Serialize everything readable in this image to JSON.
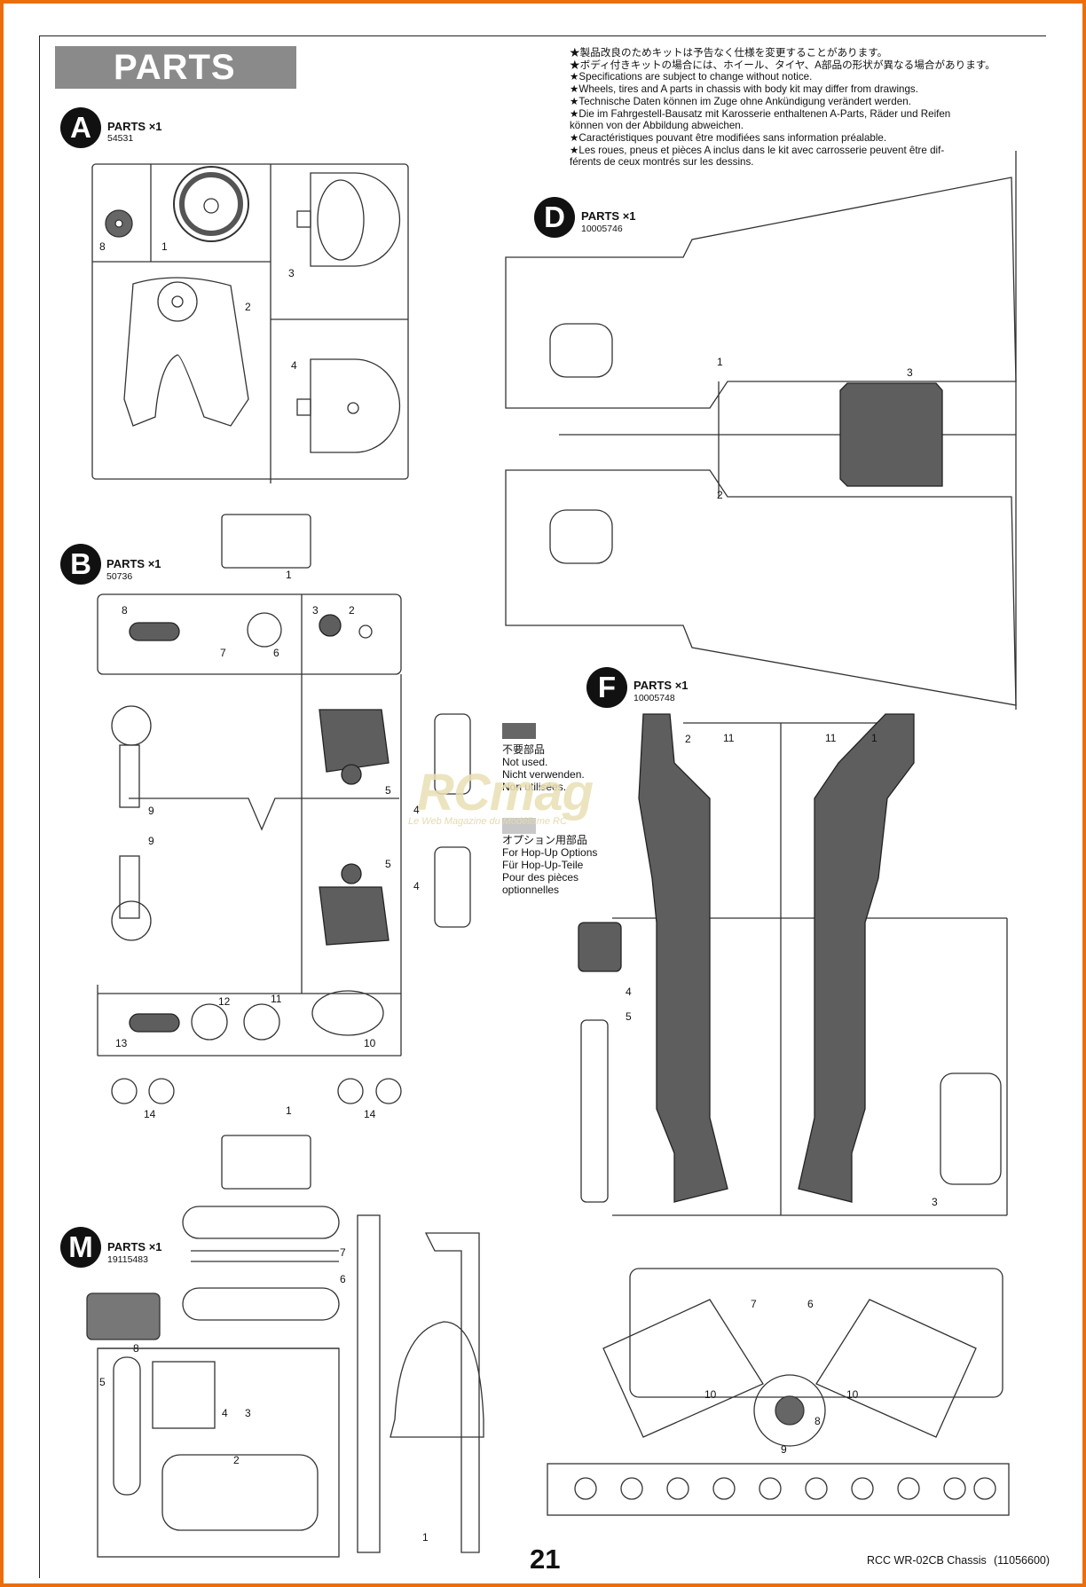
{
  "header": {
    "title": "PARTS"
  },
  "notes": [
    "★製品改良のためキットは予告なく仕様を変更することがあります。",
    "★ボディ付きキットの場合には、ホイール、タイヤ、A部品の形状が異なる場合があります。",
    "★Specifications are subject to change without notice.",
    "★Wheels, tires and A parts in chassis with body kit may differ from drawings.",
    "★Technische Daten können im Zuge ohne Ankündigung verändert werden.",
    "★Die im Fahrgestell-Bausatz mit Karosserie enthaltenen A-Parts, Räder und Reifen",
    "können von der Abbildung abweichen.",
    "★Caractéristiques pouvant être modifiées sans information préalable.",
    "★Les roues, pneus et pièces A inclus dans le kit avec carrosserie peuvent être dif-",
    "férents de ceux montrés sur les dessins."
  ],
  "sprues": {
    "A": {
      "letter": "A",
      "label": "PARTS ×1",
      "code": "54531"
    },
    "B": {
      "letter": "B",
      "label": "PARTS ×1",
      "code": "50736"
    },
    "D": {
      "letter": "D",
      "label": "PARTS ×1",
      "code": "10005746"
    },
    "F": {
      "letter": "F",
      "label": "PARTS ×1",
      "code": "10005748"
    },
    "M": {
      "letter": "M",
      "label": "PARTS ×1",
      "code": "19115483"
    }
  },
  "legend": {
    "not_used": [
      "不要部品",
      "Not used.",
      "Nicht verwenden.",
      "Non utilisées."
    ],
    "options": [
      "オプション用部品",
      "For Hop-Up Options",
      "Für Hop-Up-Teile",
      "Pour des pièces",
      "optionnelles"
    ],
    "colors": {
      "not_used": "#666666",
      "options": "#c8c8c8"
    }
  },
  "part_numbers": {
    "A": [
      "8",
      "1",
      "3",
      "2",
      "4"
    ],
    "B": [
      "1",
      "8",
      "7",
      "6",
      "3",
      "2",
      "5",
      "4",
      "9",
      "9",
      "5",
      "4",
      "12",
      "11",
      "13",
      "10",
      "14",
      "14",
      "1"
    ],
    "D": [
      "1",
      "3",
      "2"
    ],
    "F": [
      "2",
      "11",
      "11",
      "1",
      "4",
      "5",
      "3"
    ],
    "M": [
      "7",
      "6",
      "8",
      "5",
      "4",
      "3",
      "2",
      "1",
      "7",
      "6",
      "10",
      "10",
      "8",
      "9"
    ]
  },
  "watermark": {
    "text": "RCmag",
    "subtext": "Le Web Magazine du Modélisme RC"
  },
  "footer": {
    "page": "21",
    "model": "RCC WR-02CB Chassis",
    "code": "(11056600)"
  },
  "colors": {
    "frame": "#ec6d0b",
    "heading": "#8a8a8a",
    "part_dark": "#5a5a5a"
  }
}
